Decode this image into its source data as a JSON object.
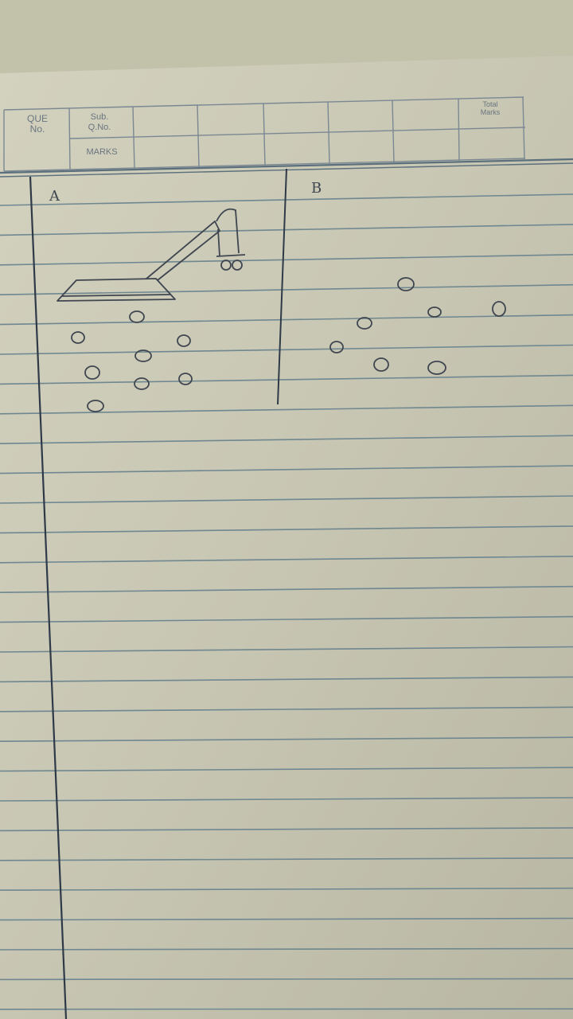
{
  "marks_table": {
    "que_no_label": "QUE\nNo.",
    "sub_q_no_label": "Sub.\nQ.No.",
    "marks_label": "MARKS",
    "total_marks_label": "Total\nMarks"
  },
  "drawing": {
    "label_a": "A",
    "label_b": "B"
  },
  "colors": {
    "paper": "#c9c8b4",
    "rule_line": "#6f8790",
    "margin_line": "#2f3a48",
    "ink": "#3f4650",
    "table_ink": "#6a7580"
  }
}
